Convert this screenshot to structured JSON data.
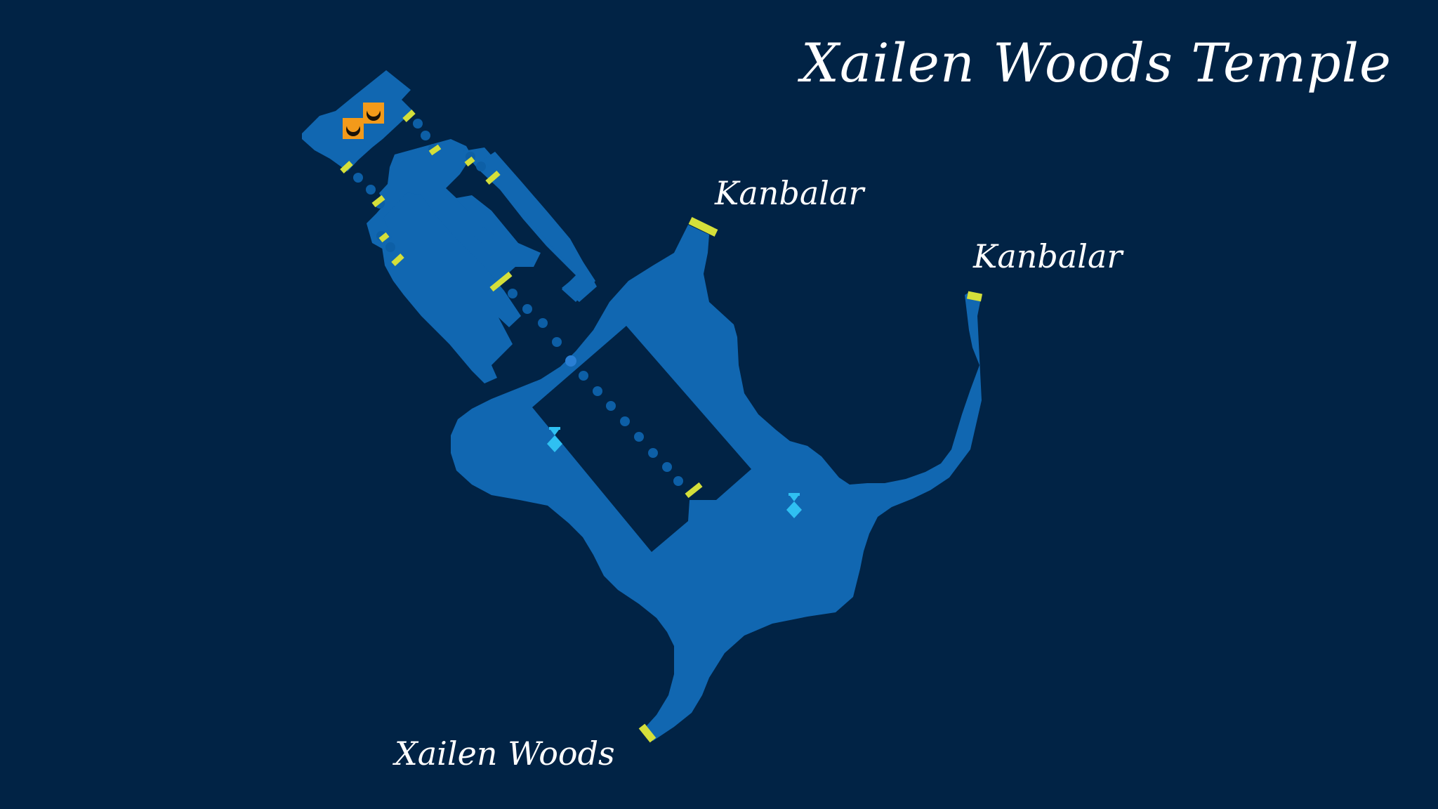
{
  "map": {
    "title": "Xailen Woods Temple",
    "exits": [
      {
        "label": "Kanbalar"
      },
      {
        "label": "Kanbalar"
      },
      {
        "label": "Xailen Woods"
      }
    ],
    "markers": {
      "save_points": 2,
      "statue_icons": 2
    },
    "colors": {
      "background": "#012345",
      "room_fill": "#1167b1",
      "door": "#d4df3a",
      "path_dots": "#0d5fa6",
      "save_point": "#f39a1a",
      "statue": "#2fc0f2"
    }
  }
}
